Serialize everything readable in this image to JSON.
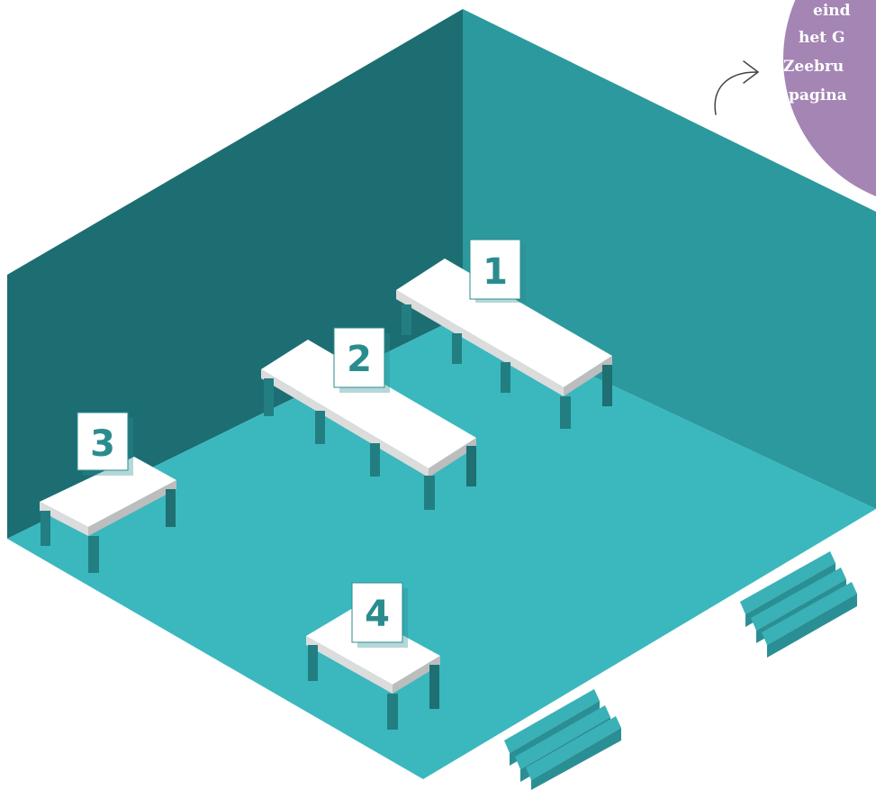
{
  "tables": [
    {
      "id": "1",
      "label": "1"
    },
    {
      "id": "2",
      "label": "2"
    },
    {
      "id": "3",
      "label": "3"
    },
    {
      "id": "4",
      "label": "4"
    }
  ],
  "callout": {
    "lines": [
      "eind",
      "het G",
      "Zeebru",
      "pagina"
    ]
  },
  "colors": {
    "left_wall": "#1c6e73",
    "right_wall": "#2b999d",
    "floor": "#3ab8be",
    "table_top": "#ffffff",
    "table_edge": "#dcdcdc",
    "table_leg": "#237e82",
    "marker_text": "#2a8c8f",
    "callout_bg": "#a485b4",
    "stairs_top": "#39b1b6",
    "stairs_front": "#2a8f94"
  }
}
